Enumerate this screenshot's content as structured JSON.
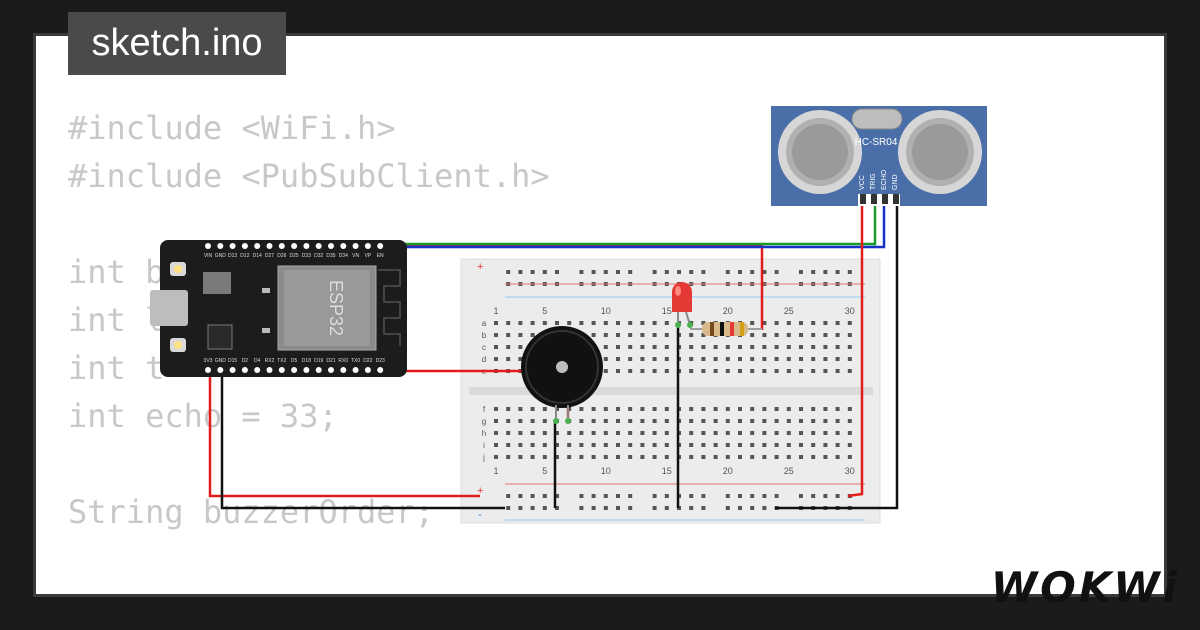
{
  "file_tab": {
    "label": "sketch.ino"
  },
  "code_lines": [
    "#include <WiFi.h>",
    "#include <PubSubClient.h>",
    "",
    "int b",
    "int l",
    "int t",
    "int echo = 33;",
    "",
    "String buzzerOrder;"
  ],
  "components": {
    "sensor": {
      "model": "HC-SR04",
      "pins": [
        "VCC",
        "TRIG",
        "ECHO",
        "GND"
      ]
    },
    "mcu": {
      "label": "ESP32",
      "top_pins": [
        "VIN",
        "GND",
        "D13",
        "D12",
        "D14",
        "D27",
        "D26",
        "D25",
        "D33",
        "D32",
        "D35",
        "D34",
        "VN",
        "VP",
        "EN"
      ],
      "bottom_pins": [
        "3V3",
        "GND",
        "D15",
        "D2",
        "D4",
        "RX2",
        "TX2",
        "D5",
        "D18",
        "D19",
        "D21",
        "RX0",
        "TX0",
        "D22",
        "D23"
      ]
    },
    "breadboard": {
      "column_numbers": [
        "1",
        "5",
        "10",
        "15",
        "20",
        "25",
        "30"
      ],
      "rows_top": [
        "a",
        "b",
        "c",
        "d",
        "e"
      ],
      "rows_bottom": [
        "f",
        "g",
        "h",
        "i",
        "j"
      ],
      "rail_plus": "+",
      "rail_minus": "-"
    }
  },
  "brand": {
    "name": "WOKWi"
  },
  "colors": {
    "wire_red": "#e31b1b",
    "wire_black": "#111111",
    "wire_blue": "#1533c8",
    "wire_green": "#1a9a2c",
    "sensor_blue": "#4a6fa8",
    "mcu_black": "#1c1c1c",
    "breadboard": "#ececec"
  }
}
